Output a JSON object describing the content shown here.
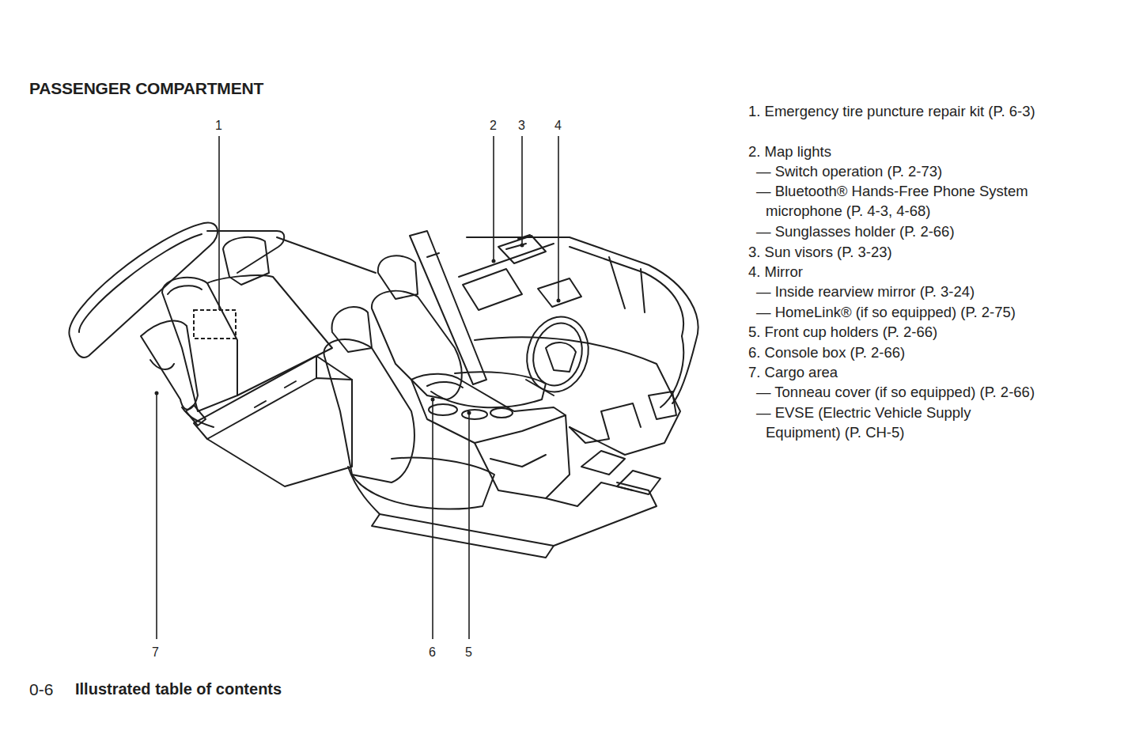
{
  "diagram": {
    "title": "PASSENGER COMPARTMENT",
    "labels": [
      "1",
      "2",
      "3",
      "4",
      "7",
      "6",
      "5",
      "1. Emergency tire puncture repair kit (P. 6-3)",
      "2. Map lights",
      "— Switch operation (P. 2-73)",
      "— Bluetooth® Hands-Free Phone System microphone (P. 4-3, 4-68)",
      "— Sunglasses holder (P. 2-66)",
      "3. Sun visors (P. 3-23)",
      "4. Mirror",
      "— Inside rearview mirror (P. 3-24)",
      "— HomeLink® (if so equipped) (P. 2-75)",
      "5. Front cup holders (P. 2-66)",
      "6. Console box (P. 2-66)",
      "7. Cargo area",
      "— Tonneau cover (if so equipped) (P. 2-66)",
      "— EVSE (Electric Vehicle Supply Equipment) (P. CH-5)",
      "0-6",
      "Illustrated table of contents"
    ]
  }
}
